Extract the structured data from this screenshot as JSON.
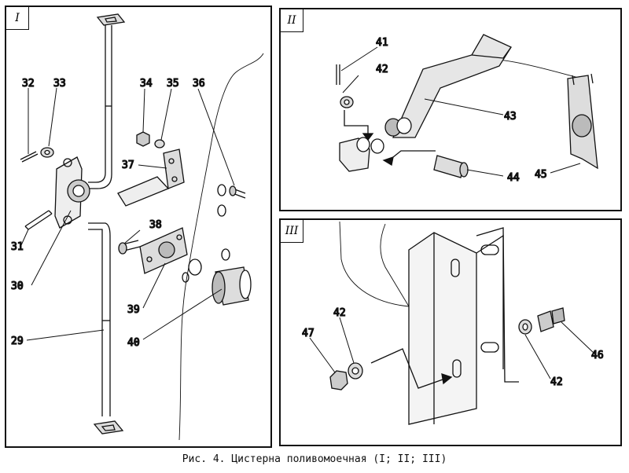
{
  "panels": {
    "p1": {
      "roman": "I"
    },
    "p2": {
      "roman": "II"
    },
    "p3": {
      "roman": "III"
    }
  },
  "labels": {
    "l29": "29",
    "l30": "30",
    "l31": "31",
    "l32": "32",
    "l33": "33",
    "l34": "34",
    "l35": "35",
    "l36": "36",
    "l37": "37",
    "l38": "38",
    "l39": "39",
    "l40": "40",
    "l41": "41",
    "l42a": "42",
    "l43": "43",
    "l44": "44",
    "l45": "45",
    "l42b": "42",
    "l47": "47",
    "l42c": "42",
    "l46": "46"
  },
  "caption": "Рис. 4. Цистерна поливомоечная (I; II; III)"
}
